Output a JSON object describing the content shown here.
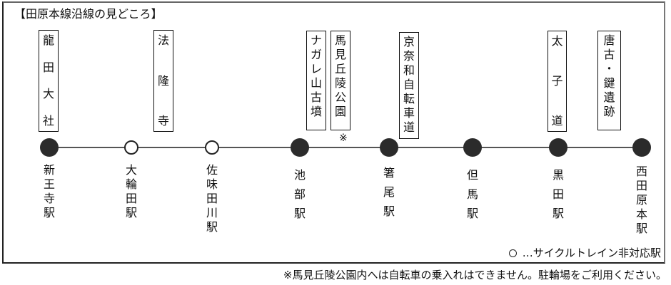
{
  "title": "【田原本線沿線の見どころ】",
  "spots": [
    {
      "name": "龍田大社",
      "chars": [
        "龍",
        "田",
        "大",
        "社"
      ],
      "layout": "spread"
    },
    {
      "name": "法隆寺",
      "chars": [
        "法",
        "隆",
        "寺"
      ],
      "layout": "spread"
    },
    {
      "name": "ナガレ山古墳",
      "chars": [
        "ナ",
        "ガ",
        "レ",
        "山",
        "古",
        "墳"
      ],
      "layout": "tight"
    },
    {
      "name": "馬見丘陵公園",
      "chars": [
        "馬",
        "見",
        "丘",
        "陵",
        "公",
        "園"
      ],
      "layout": "tight",
      "note": "※"
    },
    {
      "name": "京奈和自転車道",
      "chars": [
        "京",
        "奈",
        "和",
        "自",
        "転",
        "車",
        "道"
      ],
      "layout": "tight"
    },
    {
      "name": "太子道",
      "chars": [
        "太",
        "子",
        "道"
      ],
      "layout": "spread"
    },
    {
      "name": "唐古・鍵遺跡",
      "chars": [
        "唐",
        "古",
        "・",
        "鍵",
        "遺",
        "跡"
      ],
      "layout": "tight"
    }
  ],
  "stations": [
    {
      "name": "新王寺駅",
      "chars": [
        "新",
        "王",
        "寺",
        "駅"
      ],
      "cycle_train": true,
      "layout": "tight"
    },
    {
      "name": "大輪田駅",
      "chars": [
        "大",
        "輪",
        "田",
        "駅"
      ],
      "cycle_train": false,
      "layout": "tight"
    },
    {
      "name": "佐味田川駅",
      "chars": [
        "佐",
        "味",
        "田",
        "川",
        "駅"
      ],
      "cycle_train": false,
      "layout": "tight"
    },
    {
      "name": "池部駅",
      "chars": [
        "池",
        "部",
        "駅"
      ],
      "cycle_train": true,
      "layout": "spread"
    },
    {
      "name": "箸尾駅",
      "chars": [
        "箸",
        "尾",
        "駅"
      ],
      "cycle_train": true,
      "layout": "spread"
    },
    {
      "name": "但馬駅",
      "chars": [
        "但",
        "馬",
        "駅"
      ],
      "cycle_train": true,
      "layout": "spread"
    },
    {
      "name": "黒田駅",
      "chars": [
        "黒",
        "田",
        "駅"
      ],
      "cycle_train": true,
      "layout": "spread"
    },
    {
      "name": "西田原本駅",
      "chars": [
        "西",
        "田",
        "原",
        "本",
        "駅"
      ],
      "cycle_train": true,
      "layout": "tight"
    }
  ],
  "note_mark": "※",
  "legend": {
    "symbol": "○",
    "text": "…サイクルトレイン非対応駅"
  },
  "footnote": "※馬見丘陵公園内へは自転車の乗入れはできません。駐輪場をご利用ください。",
  "colors": {
    "line": "#555555",
    "station_fill": "#2b2b2b",
    "border": "#222222"
  }
}
